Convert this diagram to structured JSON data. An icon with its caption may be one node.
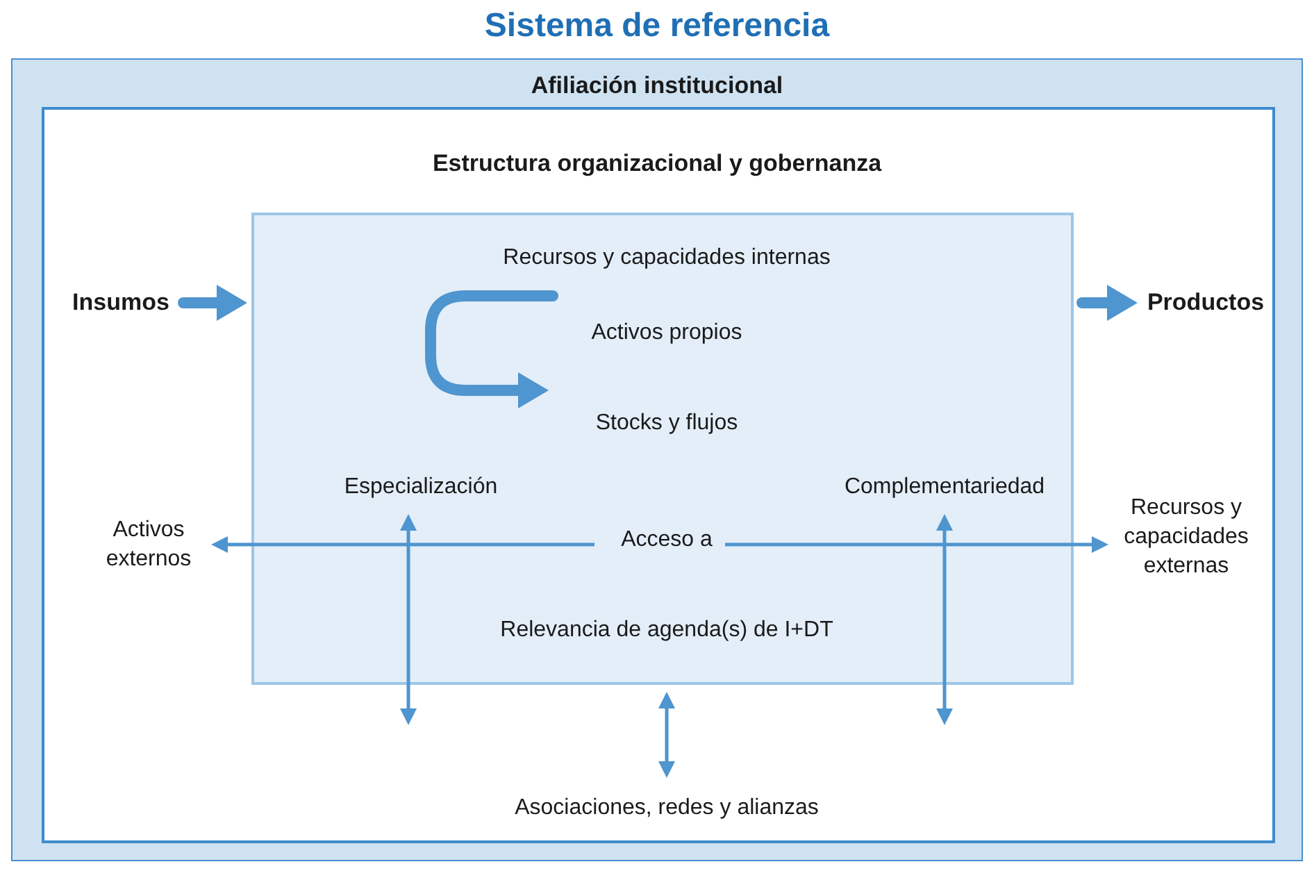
{
  "diagram": {
    "title": "Sistema de referencia",
    "nodes": [
      {
        "text": [
          "Afiliación institucional"
        ]
      },
      {
        "text": [
          "Estructura organizacional y gobernanza"
        ],
        "in": 0
      },
      {
        "text": [],
        "shape": "box",
        "in": 1
      },
      {
        "text": [
          "Recursos y capacidades internas"
        ],
        "in": 2
      },
      {
        "text": [
          "Activos propios"
        ],
        "in": 2
      },
      {
        "text": [
          "Stocks y flujos"
        ],
        "in": 2
      },
      {
        "text": [
          "Especialización"
        ],
        "in": 2
      },
      {
        "text": [
          "Acceso a"
        ],
        "in": 2
      },
      {
        "text": [
          "Complementariedad"
        ],
        "in": 2
      },
      {
        "text": [
          "Relevancia de agenda(s) de I+DT"
        ],
        "in": 2
      },
      {
        "text": [
          "Insumos"
        ],
        "in": 1
      },
      {
        "text": [
          "Productos"
        ],
        "in": 1
      },
      {
        "text": [
          "Activos externos"
        ],
        "in": 1
      },
      {
        "text": [
          "Recursos y capacidades externas"
        ],
        "in": 1
      },
      {
        "text": [
          "Asociaciones, redes y alianzas"
        ],
        "in": 1
      }
    ],
    "edges": [
      {
        "from": 10,
        "to": 2,
        "arrow": "to",
        "style": "thick"
      },
      {
        "from": 2,
        "to": 11,
        "arrow": "to",
        "style": "thick"
      },
      {
        "from": 3,
        "to": 5,
        "arrow": "to",
        "style": "thick"
      },
      {
        "from": 7,
        "to": 12,
        "arrow": "to"
      },
      {
        "from": 7,
        "to": 13,
        "arrow": "to"
      },
      {
        "from": 6,
        "to": null,
        "arrow": "both"
      },
      {
        "from": 8,
        "to": null,
        "arrow": "both"
      },
      {
        "from": 2,
        "to": 14,
        "arrow": "both"
      }
    ]
  }
}
